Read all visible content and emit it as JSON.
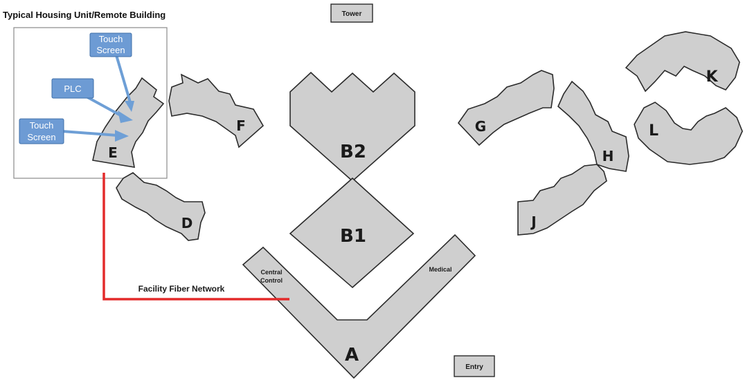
{
  "title": "Typical Housing Unit/Remote Building",
  "labels": {
    "tower": "Tower",
    "entry": "Entry",
    "central_control_line1": "Central",
    "central_control_line2": "Control",
    "medical": "Medical",
    "fiber_network": "Facility Fiber Network"
  },
  "callouts": {
    "touch_screen_top_line1": "Touch",
    "touch_screen_top_line2": "Screen",
    "plc": "PLC",
    "touch_screen_bottom_line1": "Touch",
    "touch_screen_bottom_line2": "Screen"
  },
  "buildings": {
    "A": "A",
    "B1": "B1",
    "B2": "B2",
    "D": "D",
    "E": "E",
    "F": "F",
    "G": "G",
    "H": "H",
    "J": "J",
    "K": "K",
    "L": "L"
  },
  "colors": {
    "building_fill": "#cfcfcf",
    "fiber_line": "#e32b2b",
    "callout": "#6d9bd4"
  }
}
